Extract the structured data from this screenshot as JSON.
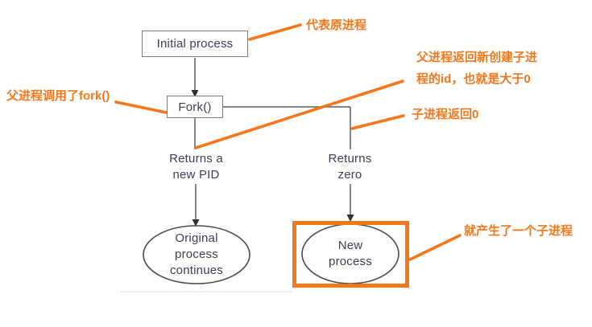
{
  "diagram": {
    "initial_process_label": "Initial process",
    "fork_label": "Fork()",
    "returns_new_pid_label": "Returns a\nnew PID",
    "returns_zero_label": "Returns\nzero",
    "original_process_label": "Original\nprocess\ncontinues",
    "new_process_label": "New\nprocess"
  },
  "annotations": {
    "initial_process_note": "代表原进程",
    "fork_call_note": "父进程调用了fork()",
    "parent_return_note": "父进程返回新创建子进\n程的id，也就是大于0",
    "child_return_note": "子进程返回0",
    "new_process_note": "就产生了一个子进程"
  },
  "colors": {
    "annotation_orange": "#f4771c",
    "connector_gray": "#5f5f5f",
    "box_border_gray": "#7c7c7c",
    "diagram_text": "#3d3d57",
    "background": "#ffffff"
  }
}
